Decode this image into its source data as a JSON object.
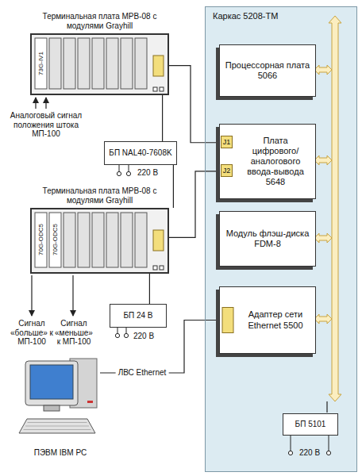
{
  "diagram": {
    "nodes": [
      {
        "text": [
          "Терминальная плата МРВ-08 с модулями Grayhill"
        ]
      },
      {
        "text": [
          "БП NAL40-7608K"
        ]
      },
      {
        "text": [
          "Терминальная плата МРВ-08 с модулями Grayhill"
        ]
      },
      {
        "text": [
          "БП 24 В"
        ]
      },
      {
        "text": [
          "ПЭВМ IBM PC"
        ]
      },
      {
        "text": [
          "Каркас 5208-ТМ"
        ]
      },
      {
        "text": [
          "Процессорная плата 5066"
        ],
        "in": 5
      },
      {
        "text": [
          "Плата цифрового/ аналогового ввода-вывода 5648"
        ],
        "in": 5
      },
      {
        "text": [
          "Модуль флэш-диска FDM-8"
        ],
        "in": 5
      },
      {
        "text": [
          "Адаптер сети Ethernet 5500"
        ],
        "in": 5
      },
      {
        "text": [
          "БП 5101"
        ],
        "in": 5
      }
    ],
    "edges": [
      {
        "from": 0,
        "to": 7,
        "arrow": "none"
      },
      {
        "from": 2,
        "to": 7,
        "arrow": "none"
      },
      {
        "from": 1,
        "to": 0,
        "arrow": "none"
      },
      {
        "from": 1,
        "to": 2,
        "arrow": "none"
      },
      {
        "from": 3,
        "to": 2,
        "arrow": "none"
      },
      {
        "from": 4,
        "to": 9,
        "label": "ЛВС Ethernet",
        "arrow": "none"
      }
    ],
    "labels": [
      "73G-IV1",
      "Аналоговый сигнал положения штока МП-100",
      "220 В",
      "J1",
      "J2",
      "70G-ODC5",
      "70G-ODC5",
      "Сигнал «больше» к МП-100",
      "Сигнал «меньше» к МП-100",
      "220 В",
      "220 В"
    ]
  }
}
